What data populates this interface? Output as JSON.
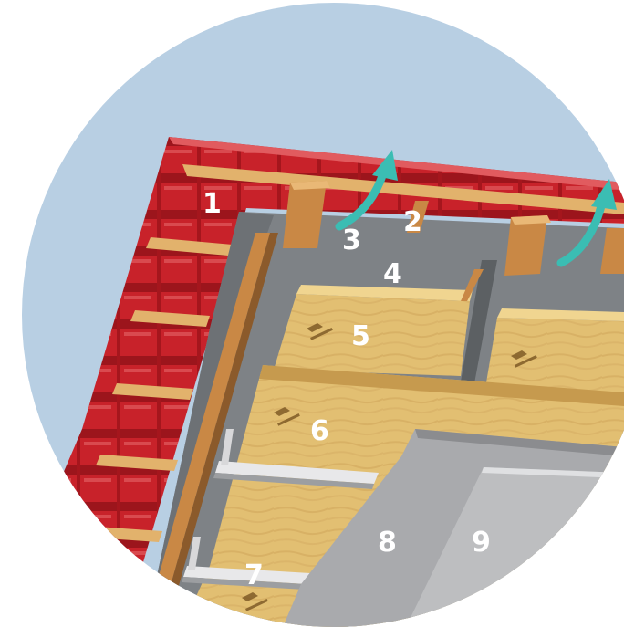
{
  "diagram": {
    "labels": [
      {
        "id": "1",
        "text": "1"
      },
      {
        "id": "2",
        "text": "2"
      },
      {
        "id": "3",
        "text": "3"
      },
      {
        "id": "4",
        "text": "4"
      },
      {
        "id": "5",
        "text": "5"
      },
      {
        "id": "6",
        "text": "6"
      },
      {
        "id": "7",
        "text": "7"
      },
      {
        "id": "8",
        "text": "8"
      },
      {
        "id": "9",
        "text": "9"
      }
    ],
    "colors": {
      "sky": "#b8cfe3",
      "tile": "#c8222a",
      "tile_dark": "#8e1218",
      "batten": "#e2b26c",
      "membrane": "#7e8286",
      "insulation": "#e2bf72",
      "board": "#a9aaad",
      "panel": "#bdbec0",
      "airflow": "#3bbdb3",
      "label": "#ffffff"
    },
    "icons": [
      "airflow-arrow-icon",
      "insulation-brand-logo-icon"
    ]
  }
}
